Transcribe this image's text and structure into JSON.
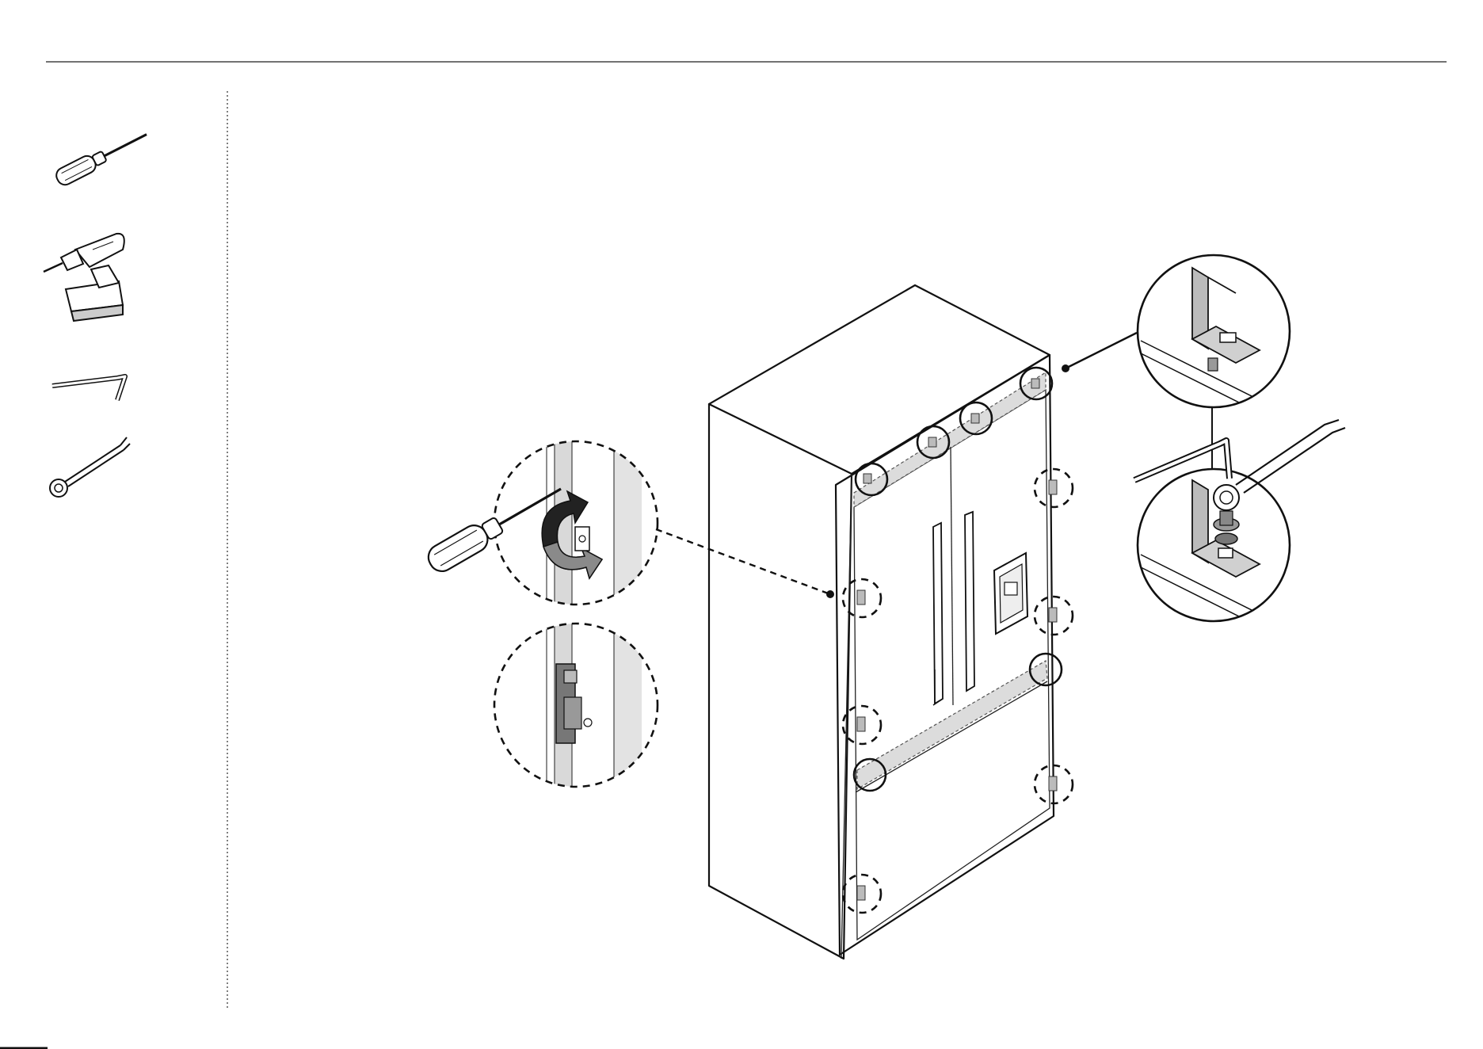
{
  "page": {
    "background": "#ffffff",
    "line_color": "#111111",
    "panel_fill": "#dcdcdc",
    "arrow_dark": "#222222",
    "arrow_grey": "#8a8a8a"
  },
  "tools": [
    {
      "id": "screwdriver",
      "icon": "screwdriver-icon"
    },
    {
      "id": "cordless-drill",
      "icon": "drill-icon"
    },
    {
      "id": "hex-key",
      "icon": "hex-key-icon"
    },
    {
      "id": "ring-spanner",
      "icon": "spanner-icon"
    }
  ],
  "diagram": {
    "main": "french-door-refrigerator",
    "detail_views": [
      "hinge-adjust-rotation",
      "hinge-bracket-detail",
      "top-bracket-detail",
      "top-bracket-tighten-detail"
    ],
    "marker_types": [
      "solid-circle",
      "dashed-circle"
    ]
  }
}
